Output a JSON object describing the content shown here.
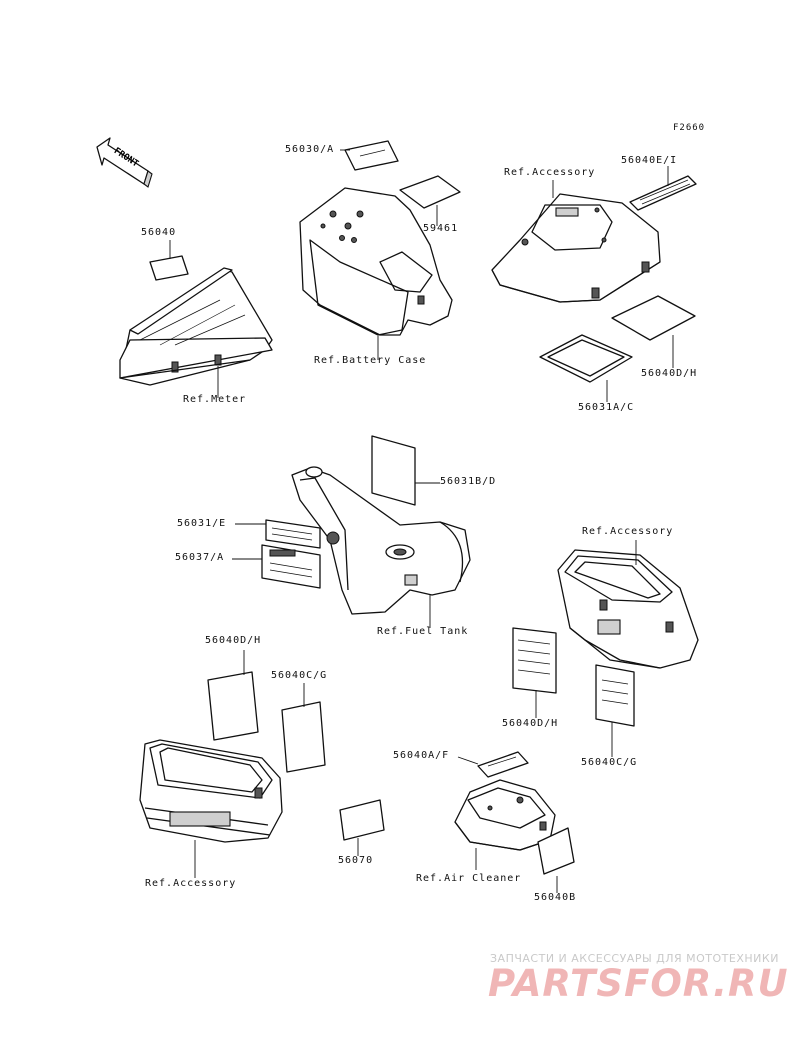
{
  "figure_code": "F2660",
  "front_arrow": "FRONT",
  "labels": {
    "l_56030A": "56030/A",
    "l_59461": "59461",
    "l_ref_battery_case": "Ref.Battery Case",
    "l_56040_top": "56040",
    "l_ref_meter": "Ref.Meter",
    "l_ref_accessory_top": "Ref.Accessory",
    "l_56040EI": "56040E/I",
    "l_56040DH_right": "56040D/H",
    "l_56031AC": "56031A/C",
    "l_56031BD": "56031B/D",
    "l_56031E": "56031/E",
    "l_56037A": "56037/A",
    "l_ref_fuel_tank": "Ref.Fuel Tank",
    "l_ref_accessory_mid": "Ref.Accessory",
    "l_56040DH_left": "56040D/H",
    "l_56040CG_left": "56040C/G",
    "l_56040DH_mid": "56040D/H",
    "l_56040CG_right": "56040C/G",
    "l_56040AF": "56040A/F",
    "l_56070": "56070",
    "l_ref_accessory_bottom": "Ref.Accessory",
    "l_ref_air_cleaner": "Ref.Air Cleaner",
    "l_56040B": "56040B"
  },
  "watermark": {
    "line1": "ЗАПЧАСТИ И АКСЕССУАРЫ ДЛЯ МОТОТЕХНИКИ",
    "line2": "PARTSFOR.RU"
  }
}
